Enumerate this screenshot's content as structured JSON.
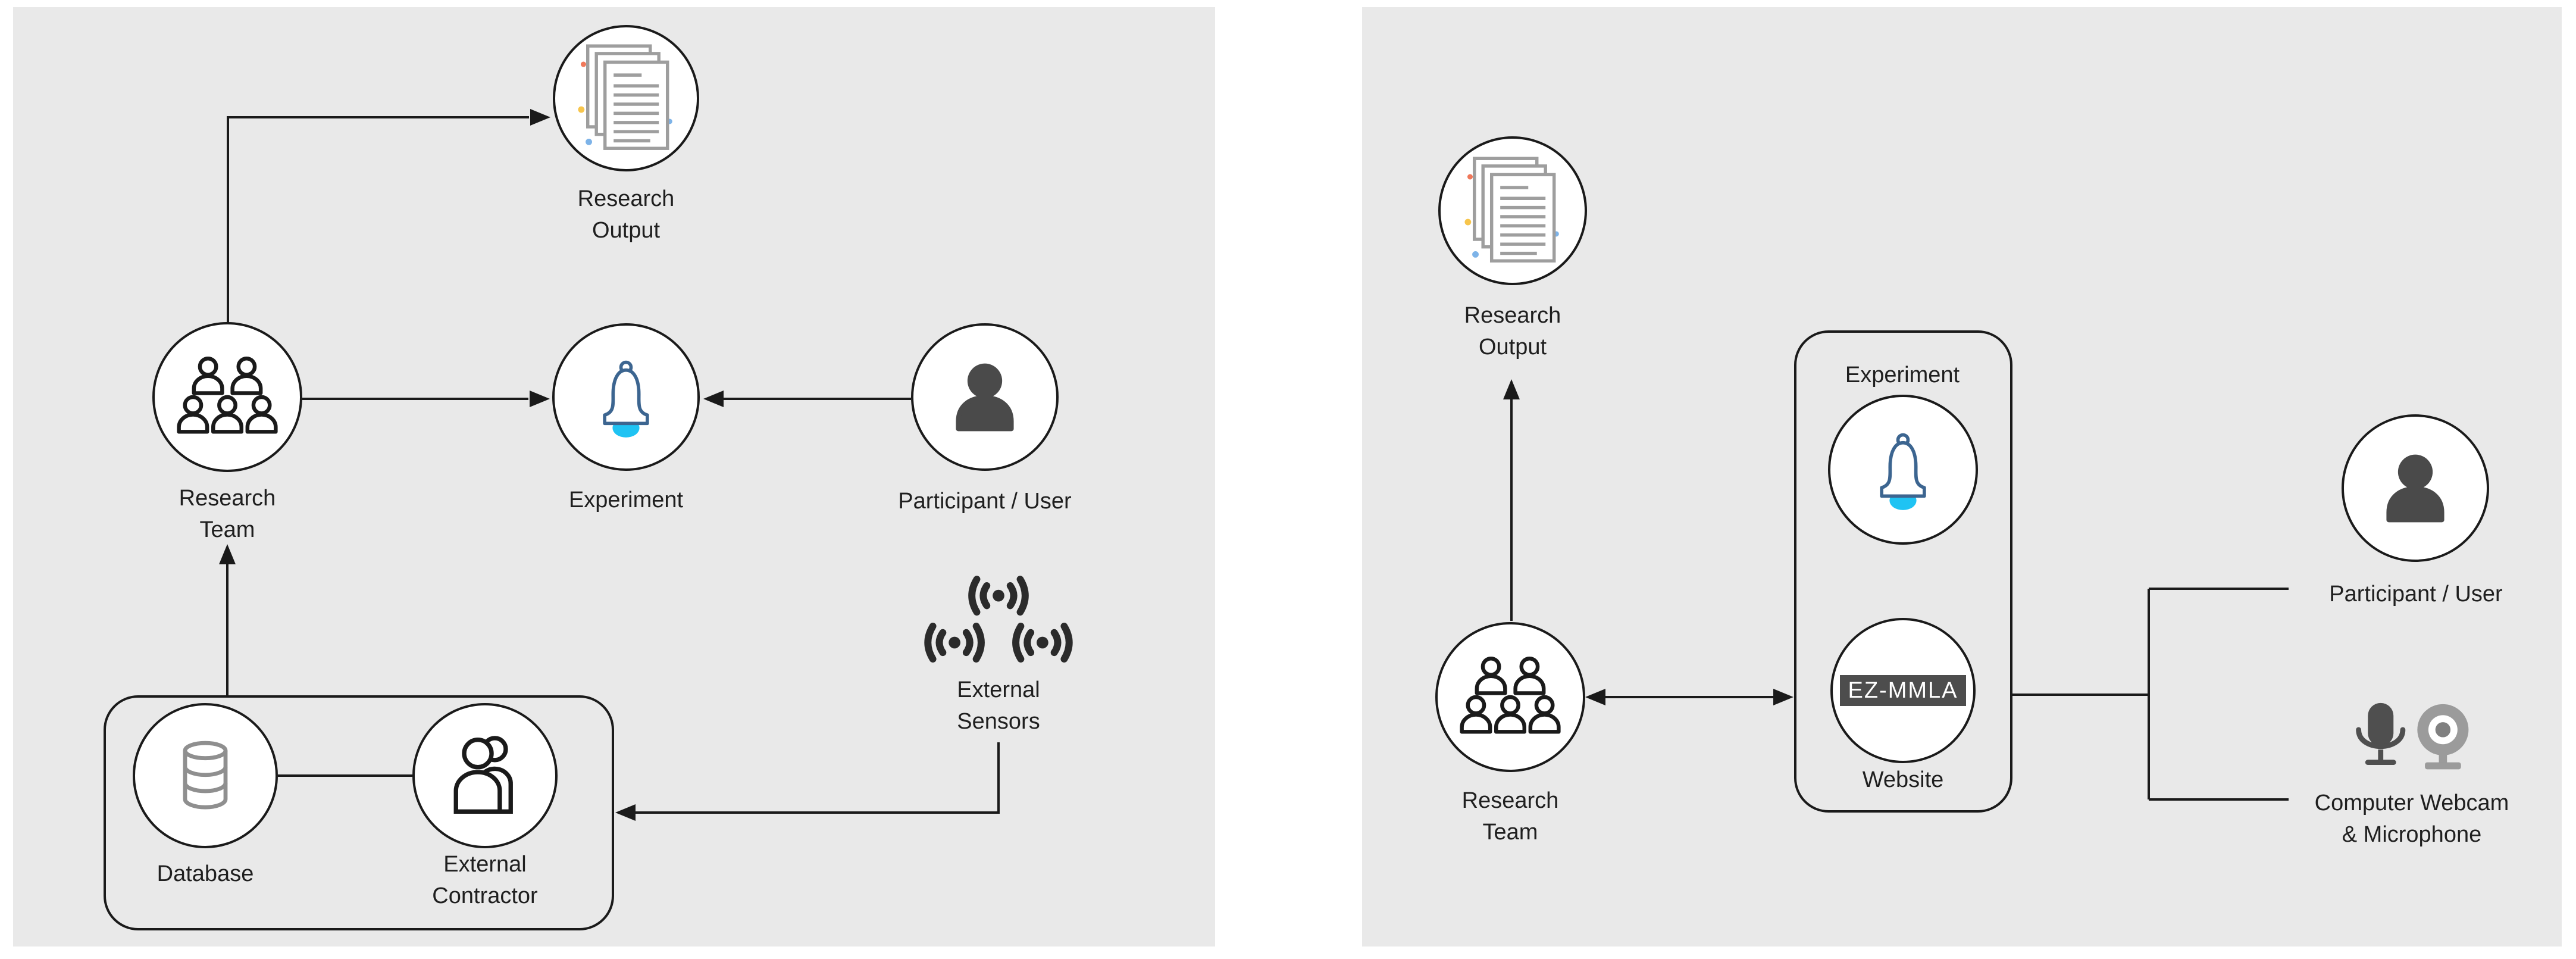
{
  "colors": {
    "panel_bg": "#e9e9e9",
    "node_fill": "#ffffff",
    "line": "#1a1a1a",
    "text": "#1f1f1f",
    "doc_gray": "#9e9e9e",
    "confetti_red": "#f0785a",
    "confetti_yellow": "#f7c54c",
    "confetti_blue": "#7db3e8",
    "bell_stroke": "#3c6590",
    "bell_shade": "#e3e4e7",
    "bell_clapper": "#1fc3f3",
    "person_fill": "#4a4a4a",
    "sensor_dark": "#2b2b2b",
    "db_gray": "#8f8f8f",
    "badge_bg": "#4d4d4d",
    "badge_text": "#ffffff",
    "mic_dark": "#4f4f4f",
    "webcam_gray": "#9b9b9b",
    "webcam_dot": "#808080"
  },
  "icons": {
    "research_output": "documents-stack-icon",
    "research_team": "team-icon",
    "experiment": "bell-icon",
    "participant": "person-icon",
    "external_sensors": "wireless-sensors-icon",
    "database": "database-cylinder-icon",
    "external_contractor": "two-people-icon",
    "webcam_mic": "microphone-webcam-icon"
  },
  "left_panel": {
    "research_output": {
      "label_line1": "Research",
      "label_line2": "Output"
    },
    "research_team": {
      "label_line1": "Research",
      "label_line2": "Team"
    },
    "experiment": {
      "label": "Experiment"
    },
    "participant": {
      "label": "Participant / User"
    },
    "external_sensors": {
      "label_line1": "External",
      "label_line2": "Sensors"
    },
    "contractor_group": {
      "database": {
        "label": "Database"
      },
      "external_contractor": {
        "label_line1": "External",
        "label_line2": "Contractor"
      }
    }
  },
  "right_panel": {
    "research_output": {
      "label_line1": "Research",
      "label_line2": "Output"
    },
    "research_team": {
      "label_line1": "Research",
      "label_line2": "Team"
    },
    "experiment_group": {
      "title": "Experiment",
      "badge": "EZ-MMLA",
      "website_label": "Website"
    },
    "participant": {
      "label": "Participant / User"
    },
    "webcam_mic": {
      "label_line1": "Computer Webcam",
      "label_line2": "& Microphone"
    }
  }
}
